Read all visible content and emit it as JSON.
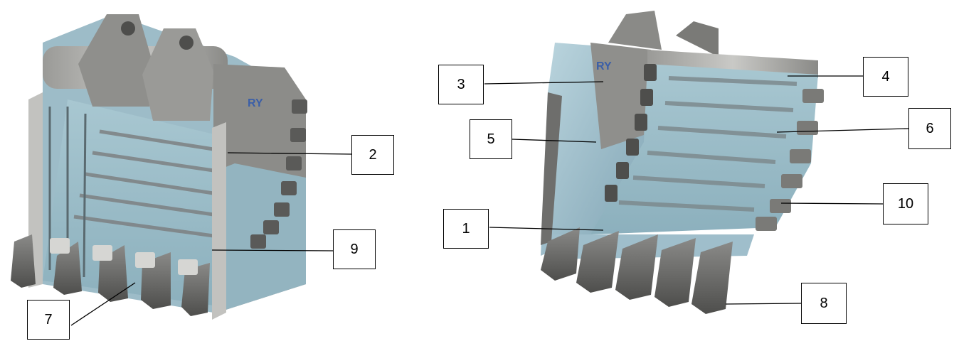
{
  "callouts": {
    "c1": "1",
    "c2": "2",
    "c3": "3",
    "c4": "4",
    "c5": "5",
    "c6": "6",
    "c7": "7",
    "c8": "8",
    "c9": "9",
    "c10": "10"
  },
  "colors": {
    "steel_blue": "#8fb2c0",
    "panel_blue": "#a9c8d2",
    "grey": "#8a8a88",
    "dark_grey": "#5d5d5b",
    "tooth": "#6e6e6c"
  },
  "brand_marks": [
    "RY",
    "RY"
  ]
}
